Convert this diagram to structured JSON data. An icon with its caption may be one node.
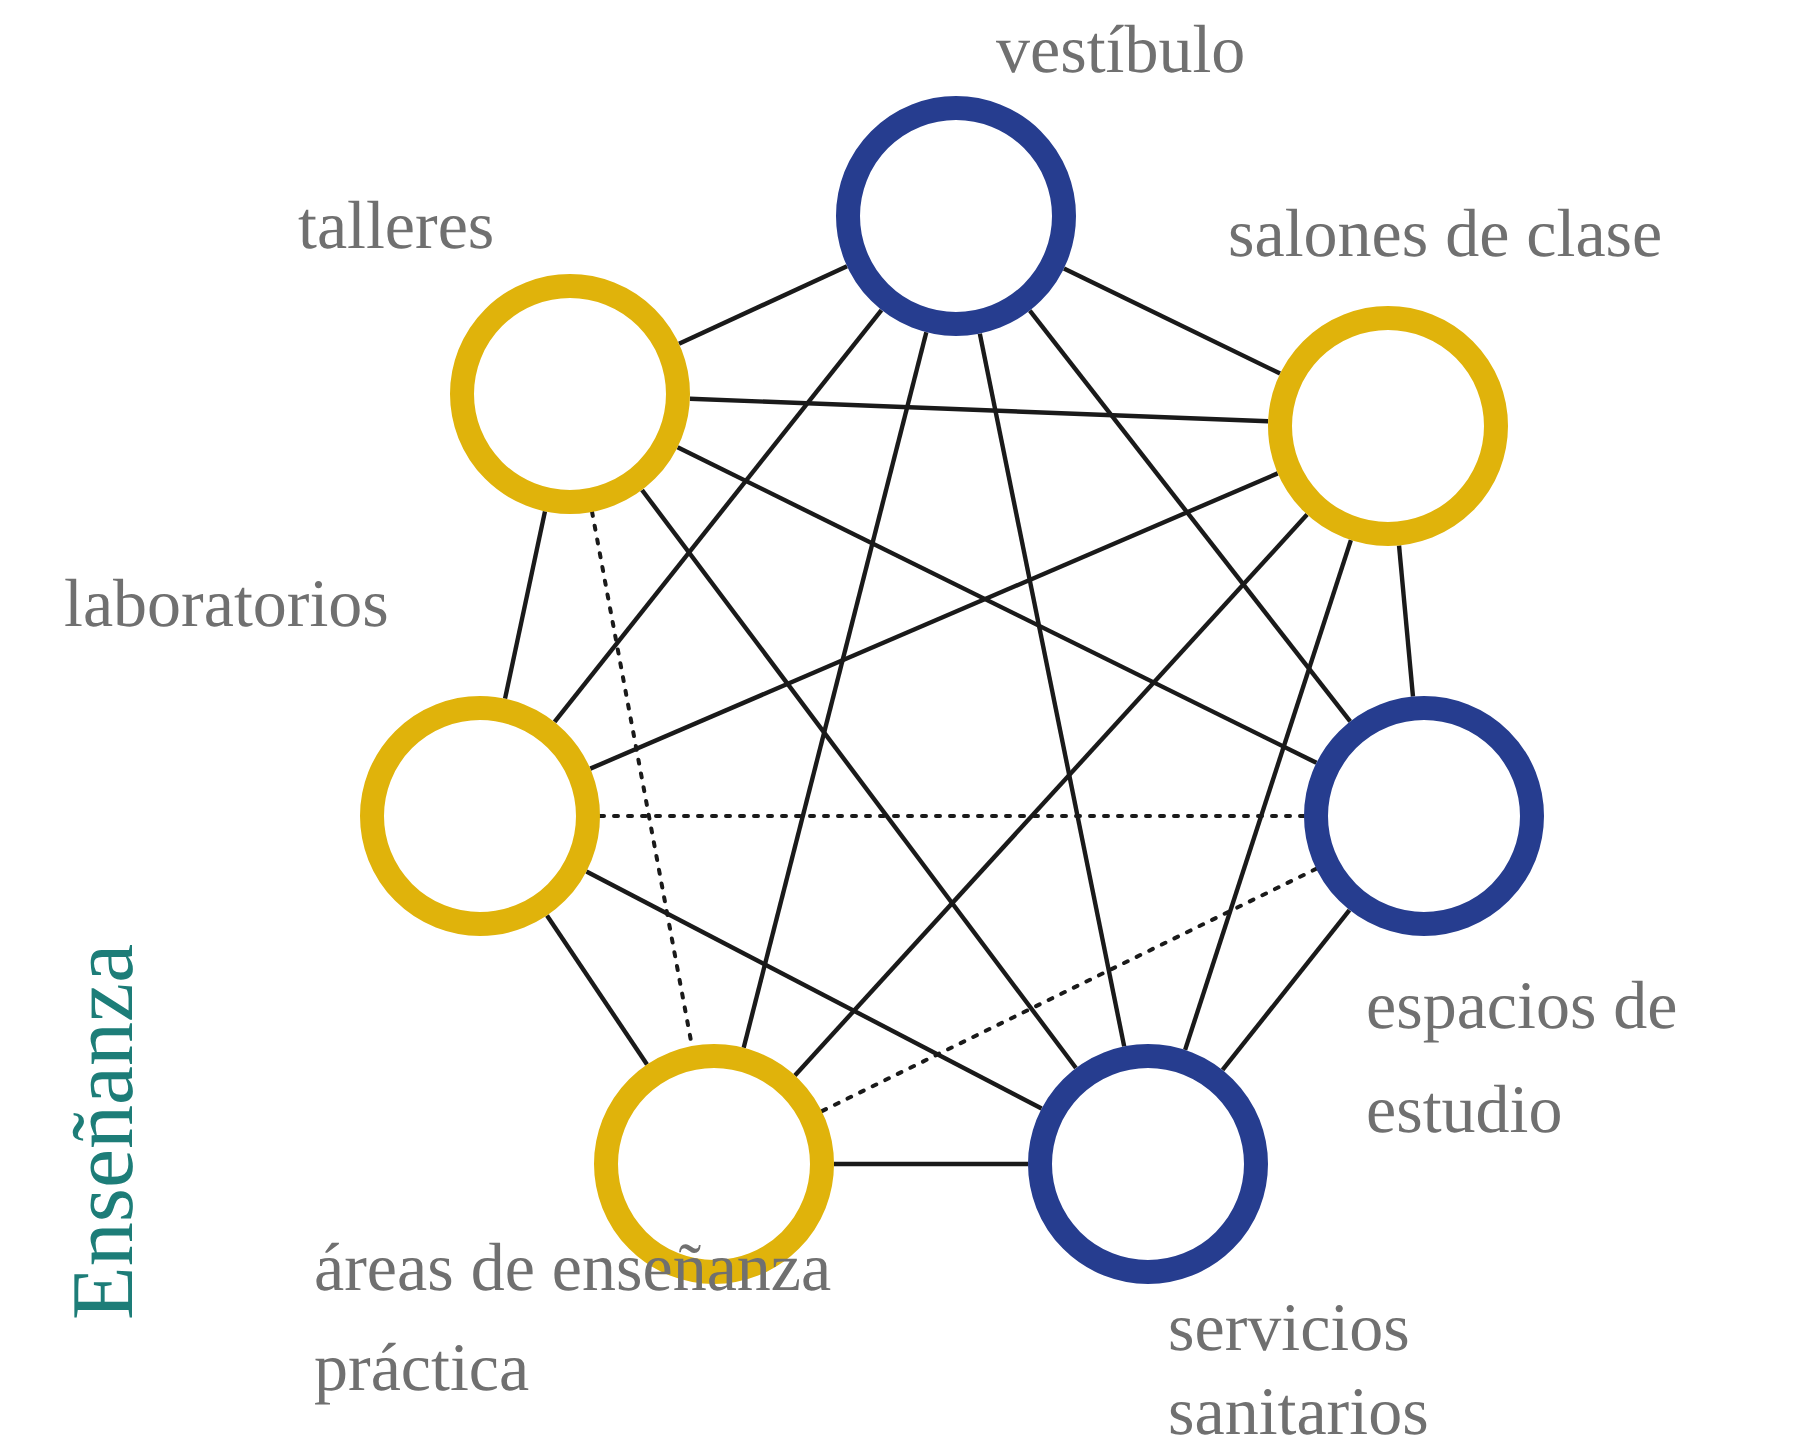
{
  "diagram": {
    "nodes": [
      {
        "text": [
          "vestíbulo"
        ]
      },
      {
        "text": [
          "salones de clase"
        ]
      },
      {
        "text": [
          "espacios de estudio"
        ]
      },
      {
        "text": [
          "servicios sanitarios"
        ]
      },
      {
        "text": [
          "áreas de enseñanza práctica"
        ]
      },
      {
        "text": [
          "laboratorios"
        ]
      },
      {
        "text": [
          "talleres"
        ]
      }
    ],
    "edges": [
      {
        "from": 0,
        "to": 6,
        "arrow": "none"
      },
      {
        "from": 0,
        "to": 1,
        "arrow": "none"
      },
      {
        "from": 0,
        "to": 5,
        "arrow": "none"
      },
      {
        "from": 0,
        "to": 4,
        "arrow": "none"
      },
      {
        "from": 0,
        "to": 3,
        "arrow": "none"
      },
      {
        "from": 0,
        "to": 2,
        "arrow": "none"
      },
      {
        "from": 6,
        "to": 1,
        "arrow": "none"
      },
      {
        "from": 6,
        "to": 2,
        "arrow": "none"
      },
      {
        "from": 6,
        "to": 3,
        "arrow": "none"
      },
      {
        "from": 6,
        "to": 5,
        "arrow": "none"
      },
      {
        "from": 6,
        "to": 4,
        "arrow": "none",
        "style": "dashed"
      },
      {
        "from": 1,
        "to": 5,
        "arrow": "none"
      },
      {
        "from": 1,
        "to": 4,
        "arrow": "none"
      },
      {
        "from": 1,
        "to": 3,
        "arrow": "none"
      },
      {
        "from": 1,
        "to": 2,
        "arrow": "none"
      },
      {
        "from": 5,
        "to": 2,
        "arrow": "none",
        "style": "dashed"
      },
      {
        "from": 5,
        "to": 3,
        "arrow": "none"
      },
      {
        "from": 5,
        "to": 4,
        "arrow": "none"
      },
      {
        "from": 2,
        "to": 4,
        "arrow": "none",
        "style": "dashed"
      },
      {
        "from": 2,
        "to": 3,
        "arrow": "none"
      },
      {
        "from": 4,
        "to": 3,
        "arrow": "none"
      }
    ],
    "labels": [
      "Enseñanza"
    ]
  }
}
